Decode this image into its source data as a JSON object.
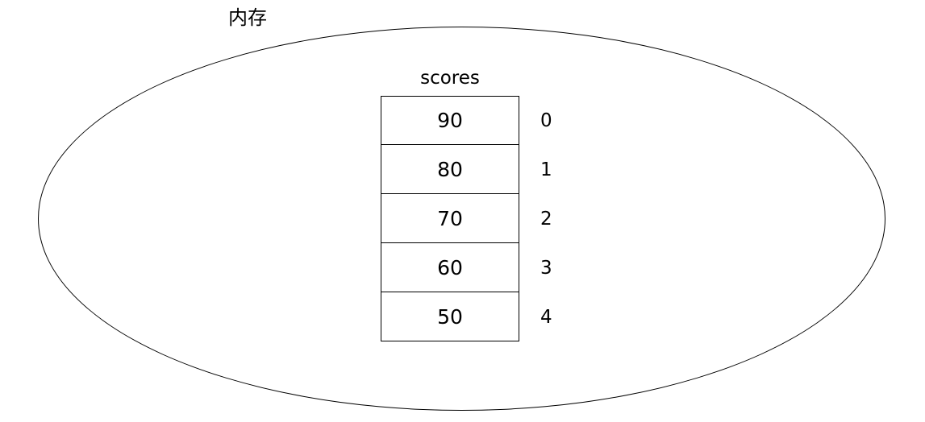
{
  "diagram": {
    "memory_label": "内存",
    "array_name": "scores",
    "cells": [
      {
        "value": "90",
        "index": "0"
      },
      {
        "value": "80",
        "index": "1"
      },
      {
        "value": "70",
        "index": "2"
      },
      {
        "value": "60",
        "index": "3"
      },
      {
        "value": "50",
        "index": "4"
      }
    ]
  }
}
